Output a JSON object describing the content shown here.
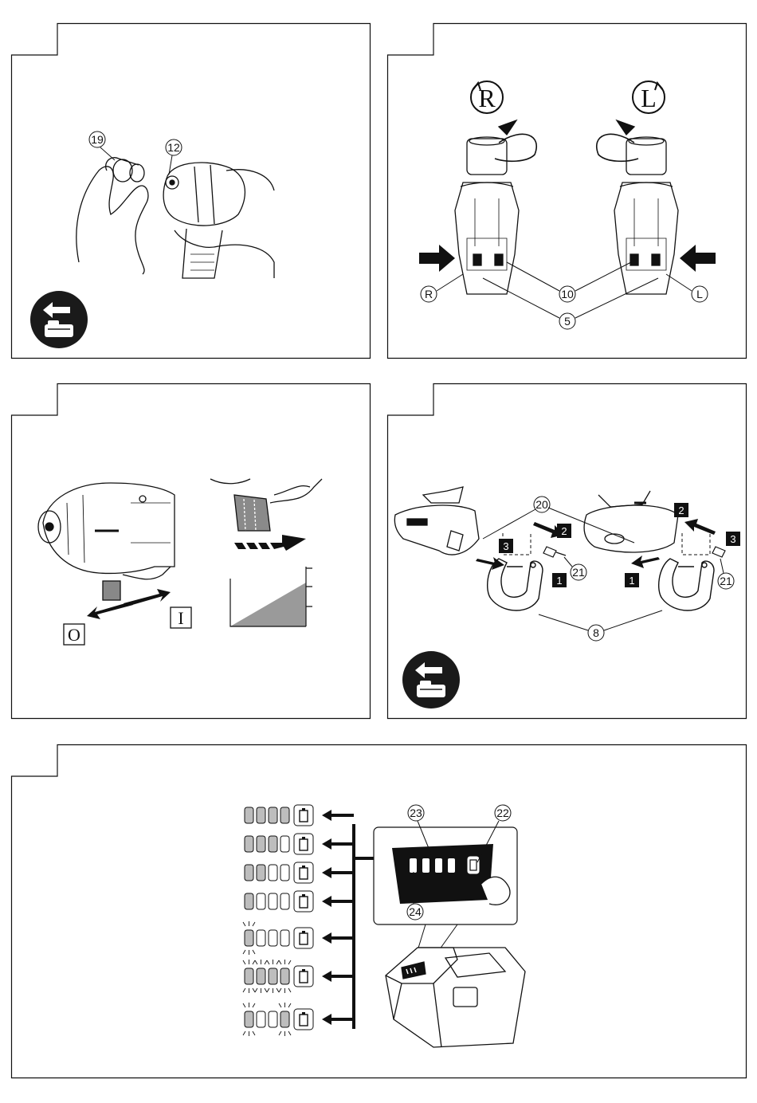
{
  "panels": {
    "p1": {
      "callouts": [
        "19",
        "12"
      ]
    },
    "p2": {
      "rotation_left_label": "R",
      "rotation_right_label": "L",
      "callouts": [
        "10",
        "5"
      ],
      "switch_left": "R",
      "switch_right": "L"
    },
    "p3": {
      "off_label": "O",
      "on_label": "I"
    },
    "p4": {
      "callouts": [
        "20",
        "21",
        "21",
        "8"
      ],
      "steps": [
        "1",
        "2",
        "3",
        "1",
        "2",
        "3"
      ]
    },
    "p5": {
      "callouts": [
        "23",
        "22",
        "24"
      ]
    }
  },
  "colors": {
    "ink": "#111111",
    "fill_dark": "#1a1a1a",
    "gray": "#9a9a9a",
    "light_gray": "#d9d9d9"
  },
  "icons": [
    "insert-battery-icon",
    "rotation-arrow-icon",
    "battery-level-icon"
  ]
}
